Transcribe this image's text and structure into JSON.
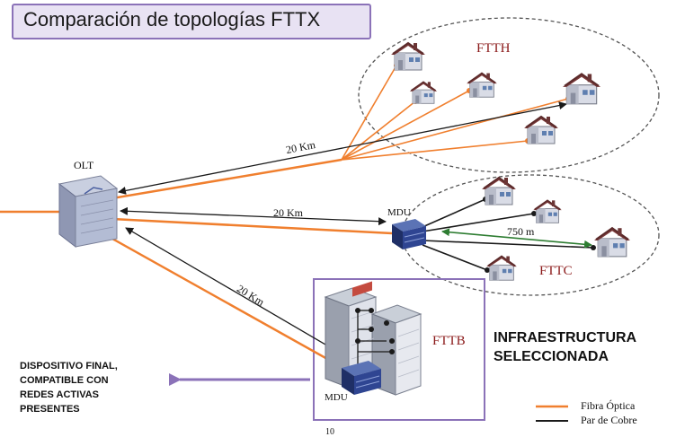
{
  "title": "Comparación de topologías FTTX",
  "nodes": {
    "olt": "OLT",
    "mdu_fttc": "MDU",
    "mdu_fttb": "MDU"
  },
  "links": {
    "ftth_distance": "20 Km",
    "fttc_distance": "20 Km",
    "fttb_distance": "20 Km",
    "fttc_drop_distance": "750 m"
  },
  "zones": {
    "ftth": "FTTH",
    "fttc": "FTTC",
    "fttb": "FTTB"
  },
  "callouts": {
    "infra_line1": "INFRAESTRUCTURA",
    "infra_line2": "SELECCIONADA",
    "device_line1": "DISPOSITIVO FINAL,",
    "device_line2": "COMPATIBLE CON",
    "device_line3": "REDES ACTIVAS",
    "device_line4": "PRESENTES"
  },
  "legend": {
    "fiber": "Fibra Óptica",
    "copper": "Par de Cobre"
  },
  "page_number": "10",
  "colors": {
    "fiber": "#f07f2e",
    "copper": "#1a1a1a",
    "green_link": "#2e7d32",
    "accent_purple": "#7b5ea8",
    "zone_label": "#8b1a1a"
  }
}
